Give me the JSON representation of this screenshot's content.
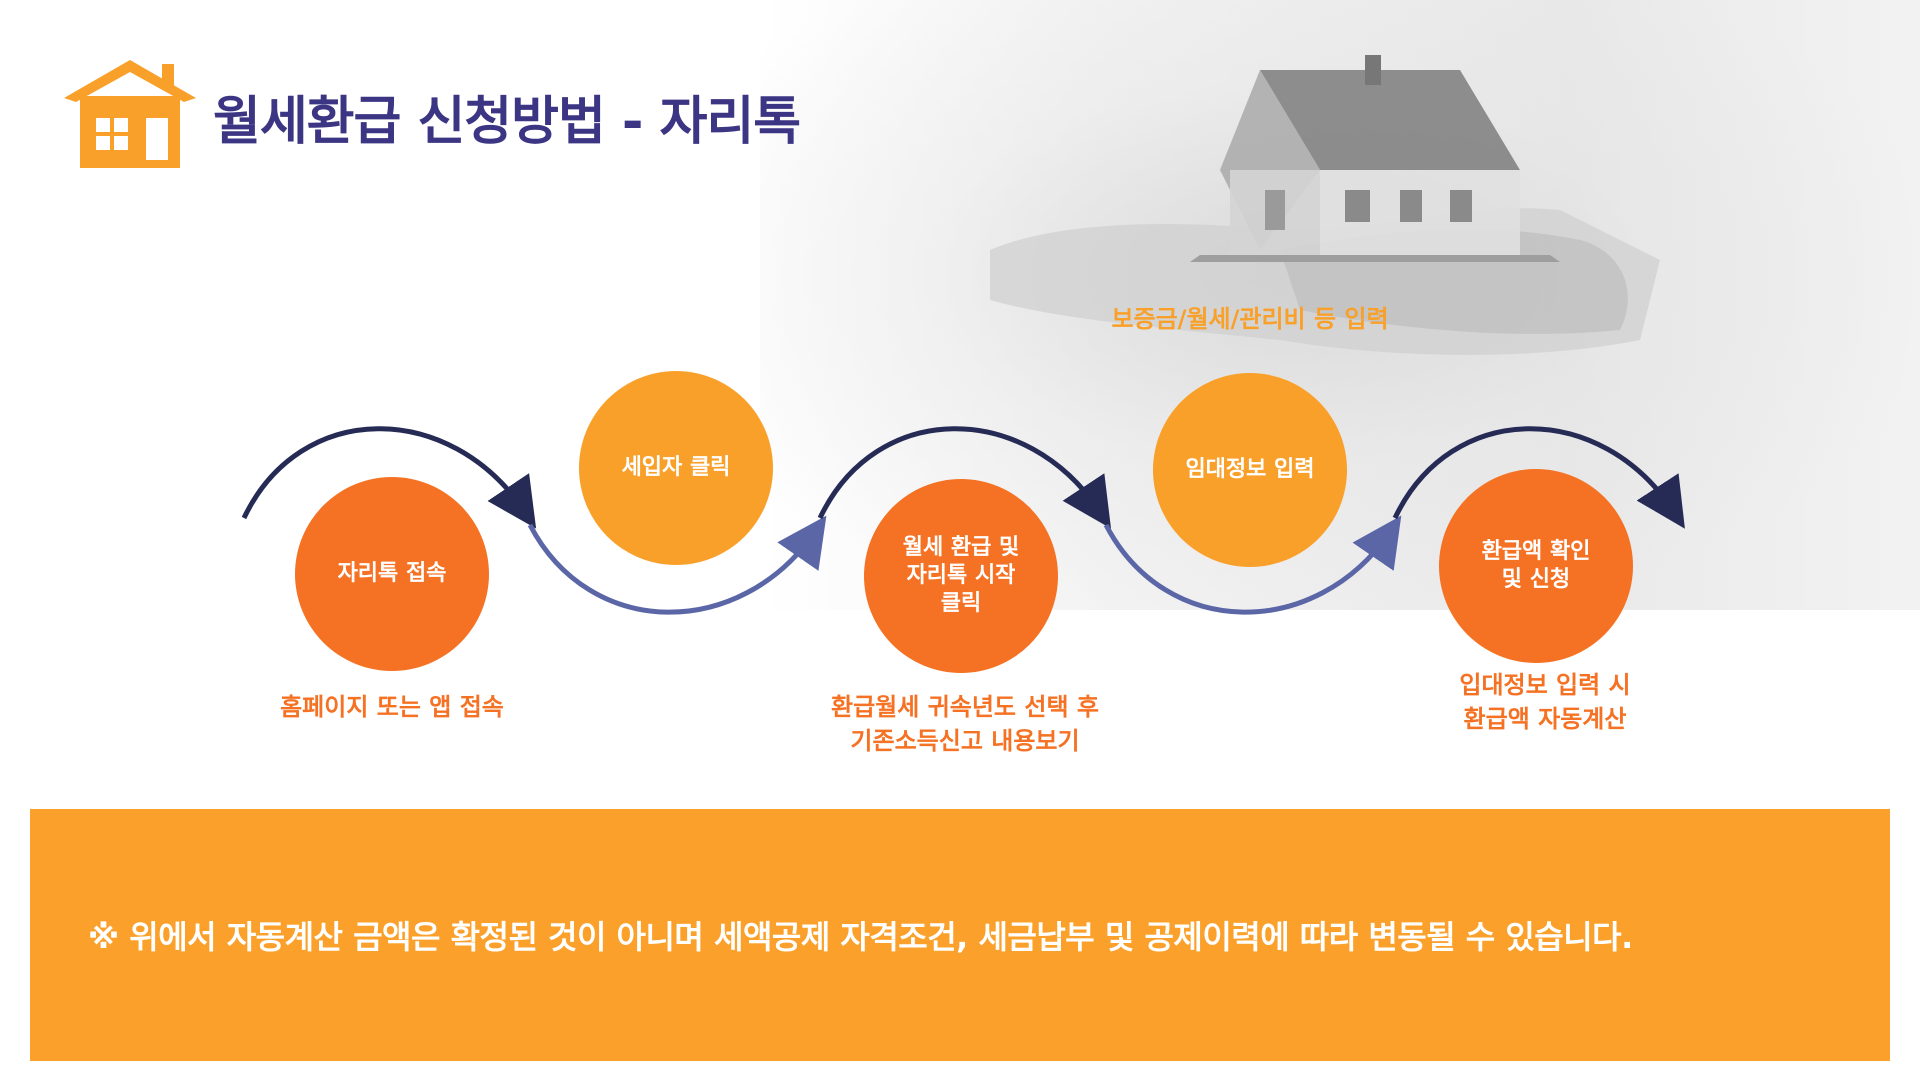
{
  "title": "월세환급 신청방법 - 자리톡",
  "colors": {
    "title": "#3b3583",
    "orange_dark": "#f57224",
    "orange_light": "#f9a02a",
    "arrow_dark": "#262b55",
    "arrow_light": "#5b66a7",
    "banner": "#fba12b"
  },
  "icons": {
    "title_icon": "house-icon",
    "background": "hands-holding-house-photo"
  },
  "steps": [
    {
      "label": "자리톡 접속",
      "note": "홈페이지 또는 앱 접속"
    },
    {
      "label": "세입자 클릭"
    },
    {
      "label": "월세 환급 및\n자리톡 시작\n클릭",
      "note": "환급월세 귀속년도 선택 후\n기존소득신고 내용보기"
    },
    {
      "label": "임대정보 입력",
      "note": "보증금/월세/관리비 등 입력"
    },
    {
      "label": "환급액 확인\n및 신청",
      "note": "입대정보 입력 시\n환급액 자동계산"
    }
  ],
  "footer_note": "※ 위에서 자동계산 금액은 확정된 것이 아니며 세액공제 자격조건, 세금납부 및 공제이력에 따라 변동될 수 있습니다."
}
